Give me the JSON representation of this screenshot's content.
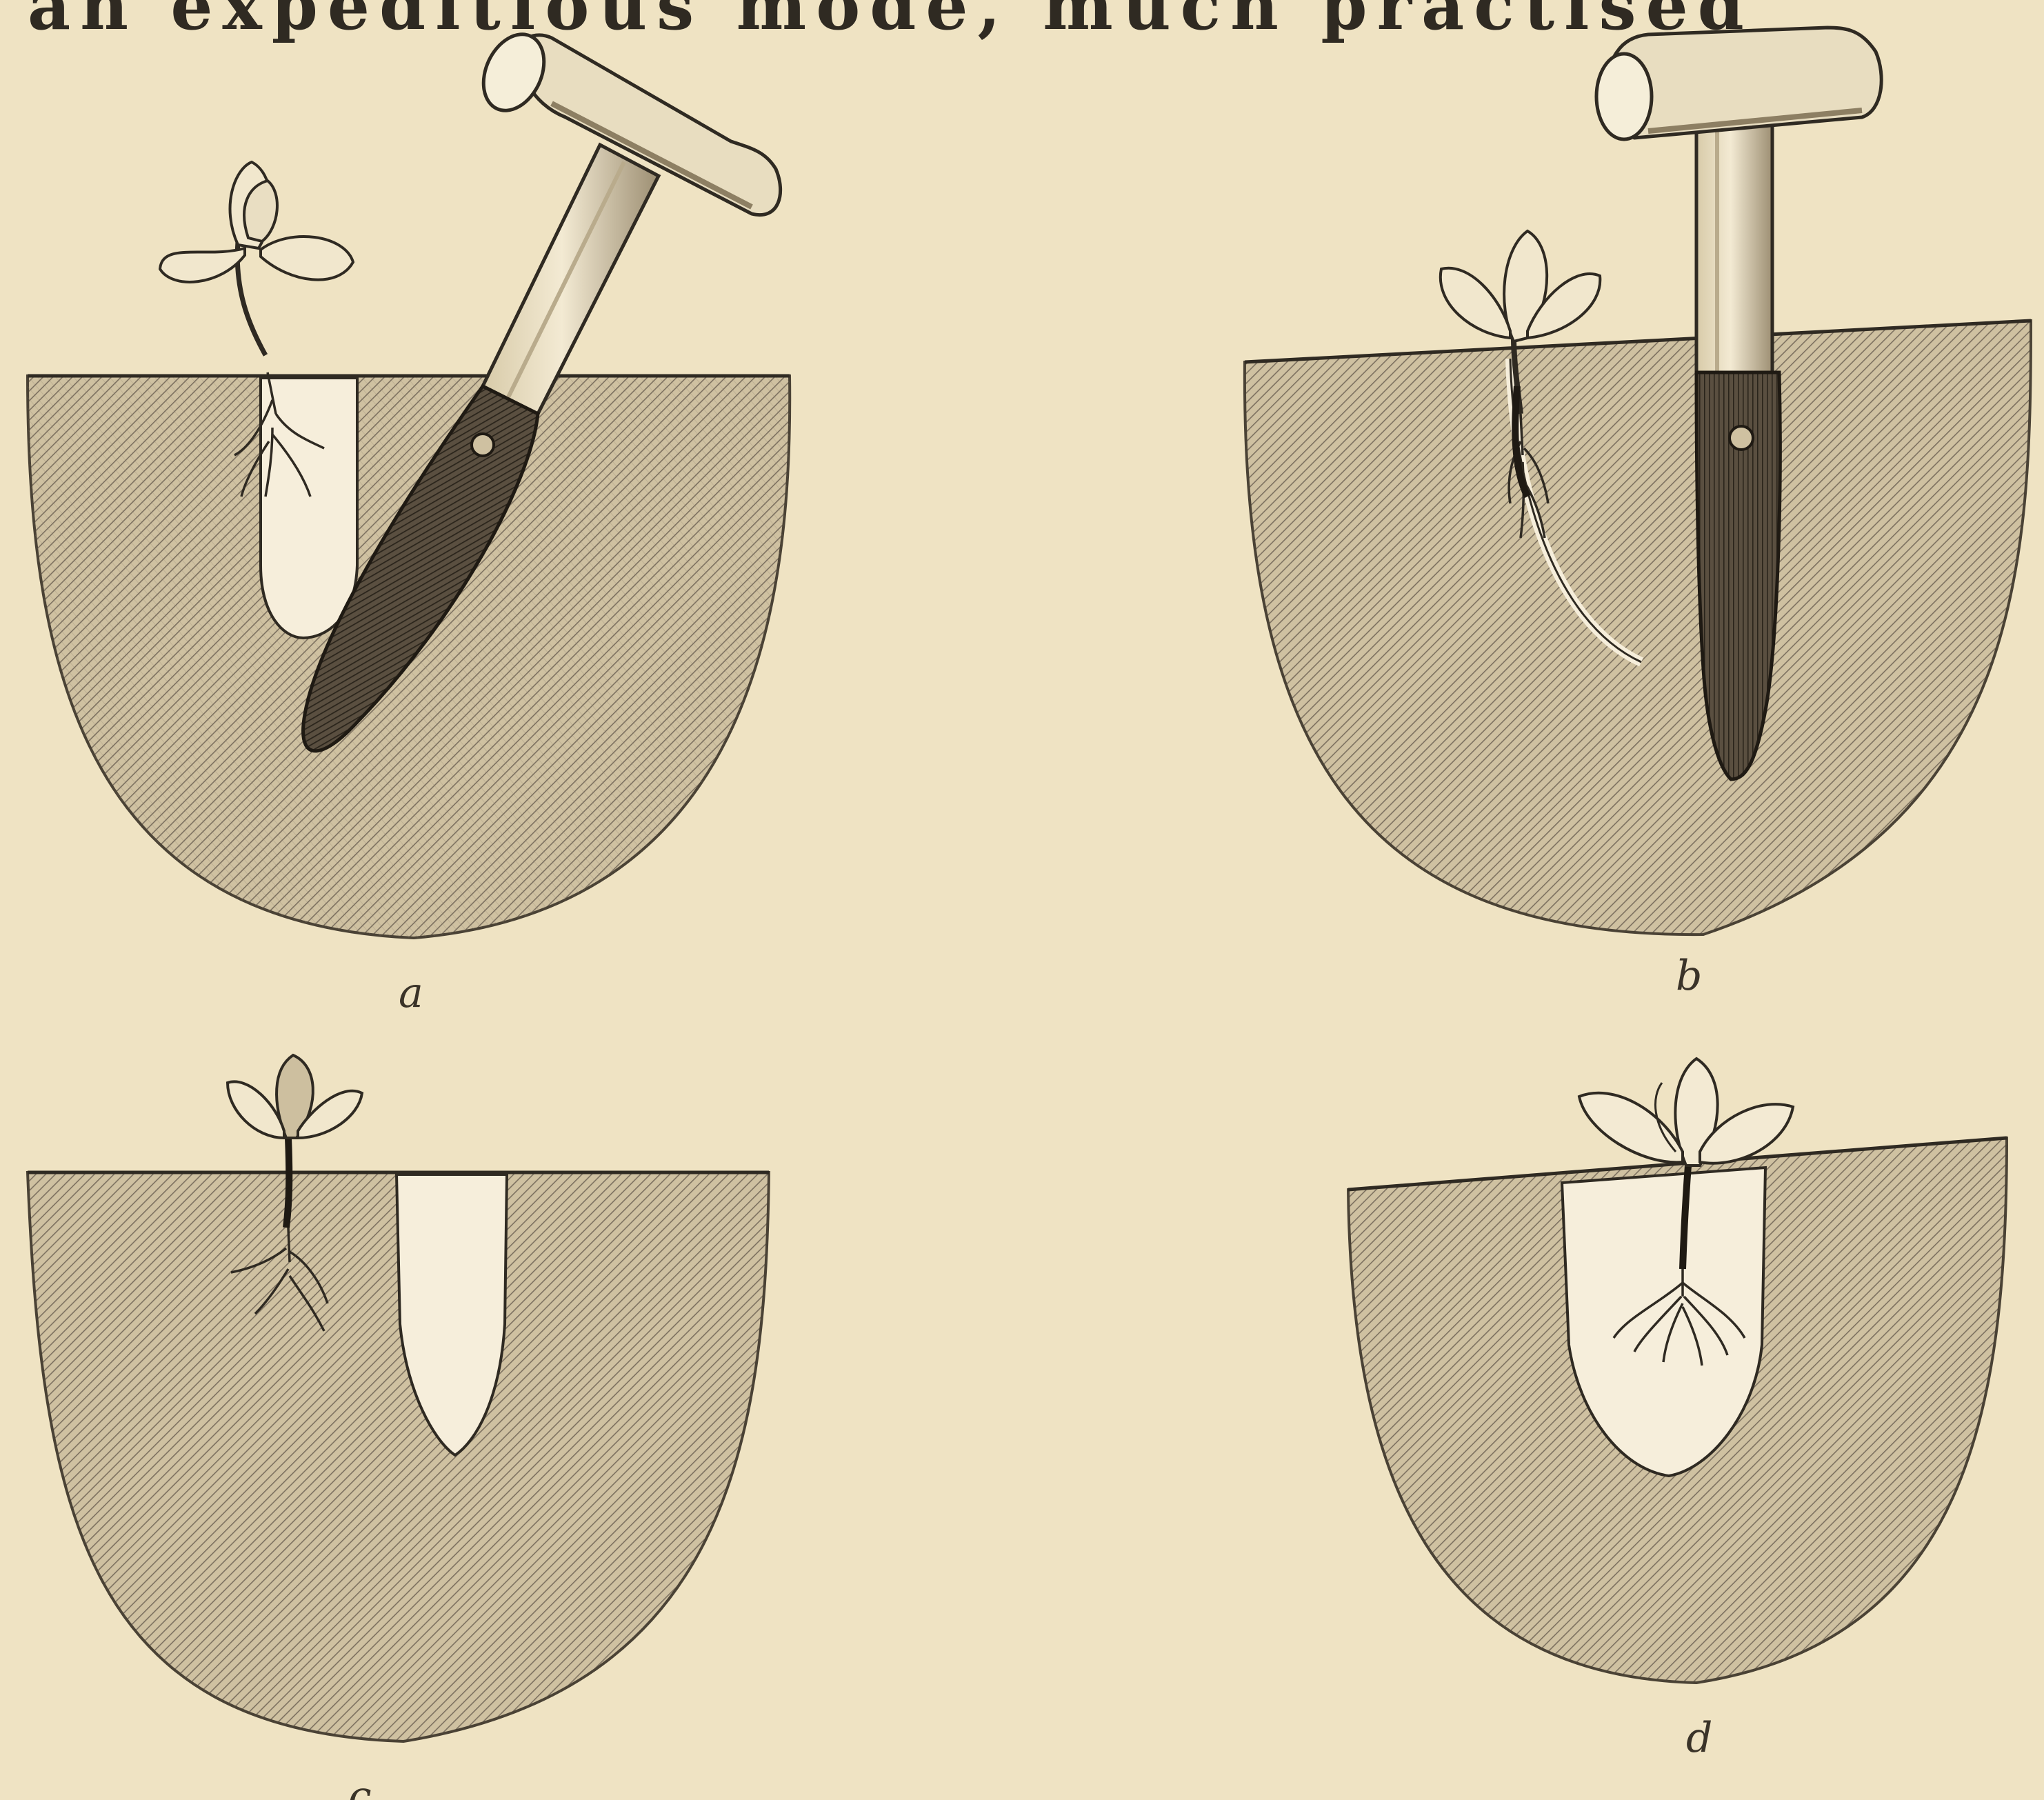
{
  "header": {
    "text": "an expeditious mode, much practised"
  },
  "figures": [
    {
      "label": "a",
      "description": "dibber inserted at angle beside seedling"
    },
    {
      "label": "b",
      "description": "dibber pressed vertically beside seedling"
    },
    {
      "label": "c",
      "description": "seedling beside open hole"
    },
    {
      "label": "d",
      "description": "seedling set in hole"
    }
  ],
  "colors": {
    "paper": "#efe3c3",
    "soil": "#cdbf9f",
    "ink": "#2f2a22",
    "hole": "#f6eedb",
    "blade": "#4d4436"
  }
}
